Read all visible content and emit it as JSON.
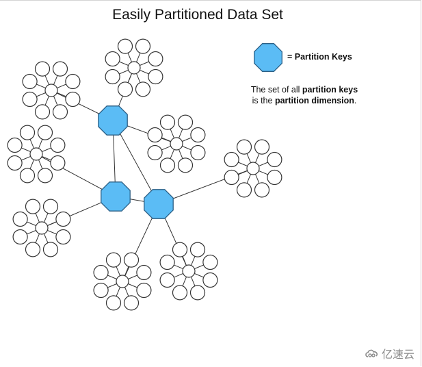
{
  "title": "Easily Partitioned Data Set",
  "legend": {
    "key_label": "= Partition Keys",
    "description_part1": "The set of all ",
    "description_bold1": "partition keys",
    "description_part2": "is the ",
    "description_bold2": "partition dimension",
    "description_part3": "."
  },
  "colors": {
    "partition_key": "#5bbcf5",
    "partition_key_stroke": "#2b5f85",
    "data_node": "#ffffff",
    "data_node_stroke": "#333333",
    "edge": "#333333"
  },
  "graph": {
    "partition_keys": [
      "key-top",
      "key-left",
      "key-right"
    ],
    "key_edges": [
      [
        "key-top",
        "key-left"
      ],
      [
        "key-top",
        "key-right"
      ],
      [
        "key-left",
        "key-right"
      ]
    ],
    "clusters": [
      {
        "id": "cluster-top-left",
        "connects_to": "key-top",
        "satellites": 8
      },
      {
        "id": "cluster-top",
        "connects_to": "key-top",
        "satellites": 8
      },
      {
        "id": "cluster-center-right",
        "connects_to": "key-top",
        "satellites": 8
      },
      {
        "id": "cluster-left",
        "connects_to": "key-left",
        "satellites": 8
      },
      {
        "id": "cluster-lower-left",
        "connects_to": "key-left",
        "satellites": 8
      },
      {
        "id": "cluster-far-right",
        "connects_to": "key-right",
        "satellites": 8
      },
      {
        "id": "cluster-bottom-left",
        "connects_to": "key-right",
        "satellites": 8
      },
      {
        "id": "cluster-bottom-right",
        "connects_to": "key-right",
        "satellites": 8
      }
    ]
  },
  "watermark": {
    "icon": "cloud-logo-icon",
    "text": "亿速云"
  }
}
